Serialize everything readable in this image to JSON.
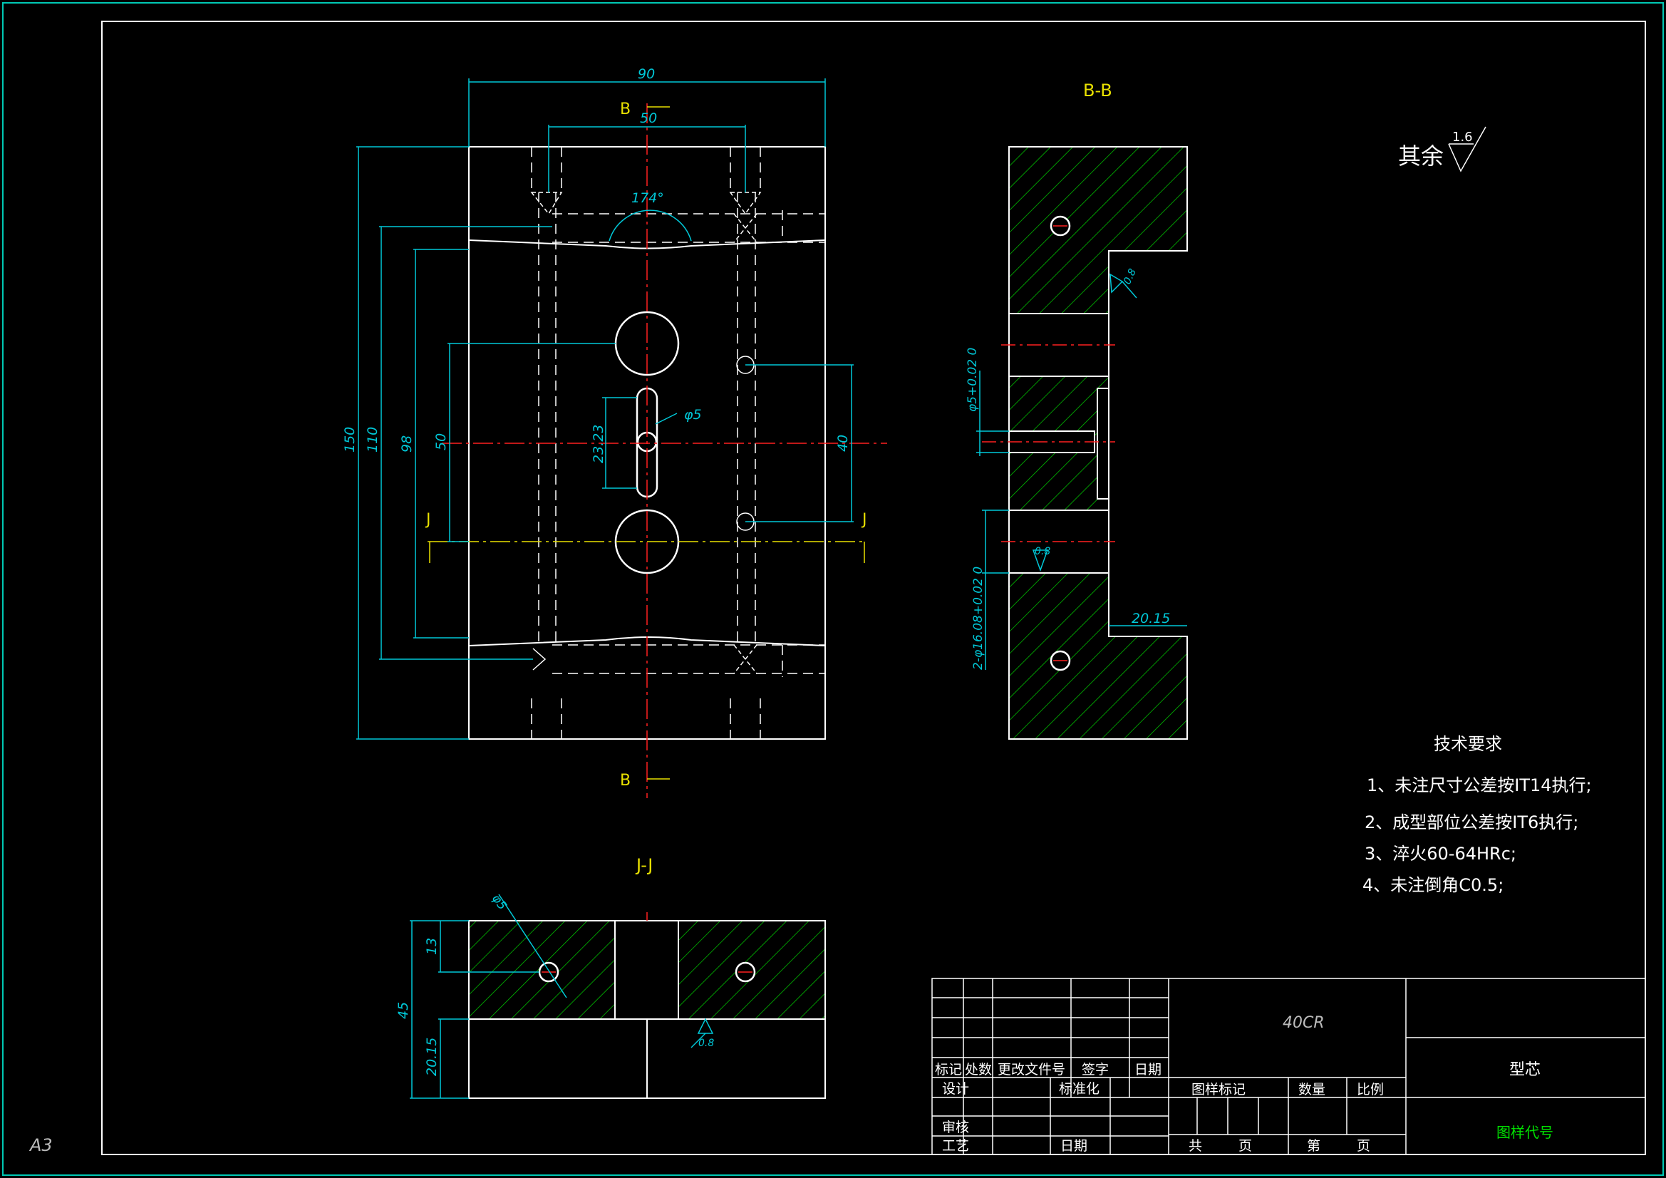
{
  "sheet_size": "A3",
  "section_labels": {
    "bb": "B-B",
    "jj": "J-J"
  },
  "cut_markers": {
    "b": "B",
    "j": "J"
  },
  "roughness_rest": {
    "label": "其余",
    "value": "1.6"
  },
  "dimensions": {
    "d90": "90",
    "d50top": "50",
    "a174": "174°",
    "d150": "150",
    "d110": "110",
    "d98": "98",
    "d50v": "50",
    "d40": "40",
    "phi5": "φ5",
    "d2323": "23.23",
    "phi5_tol": "φ5+0.02 0",
    "phi16": "2-φ16.08+0.02 0",
    "d2015r": "20.15",
    "r08a": "0.8",
    "r08b": "0.8",
    "r08c": "0.8",
    "phi5_jj": "φ5",
    "d13": "13",
    "d45": "45",
    "d2015b": "20.15"
  },
  "tech_requirements": {
    "title": "技术要求",
    "items": [
      "1、未注尺寸公差按IT14执行;",
      "2、成型部位公差按IT6执行;",
      "3、淬火60-64HRc;",
      "4、未注倒角C0.5;"
    ]
  },
  "title_block": {
    "material": "40CR",
    "part_name": "型芯",
    "drawing_code": "图样代号",
    "rev_headers": [
      "标记",
      "处数",
      "更改文件号",
      "签字",
      "日期"
    ],
    "design": "设计",
    "standardization": "标准化",
    "check": "审核",
    "process": "工艺",
    "date": "日期",
    "drawing_mark": "图样标记",
    "quantity": "数量",
    "scale": "比例",
    "total": "共",
    "page": "页",
    "sheet_no": "第",
    "page2": "页"
  },
  "colors": {
    "white": "#ffffff",
    "cyan": "#00c8d8",
    "red": "#ff2020",
    "yellow": "#e8e000",
    "green": "#00c800",
    "frame": "#00c8b4"
  }
}
